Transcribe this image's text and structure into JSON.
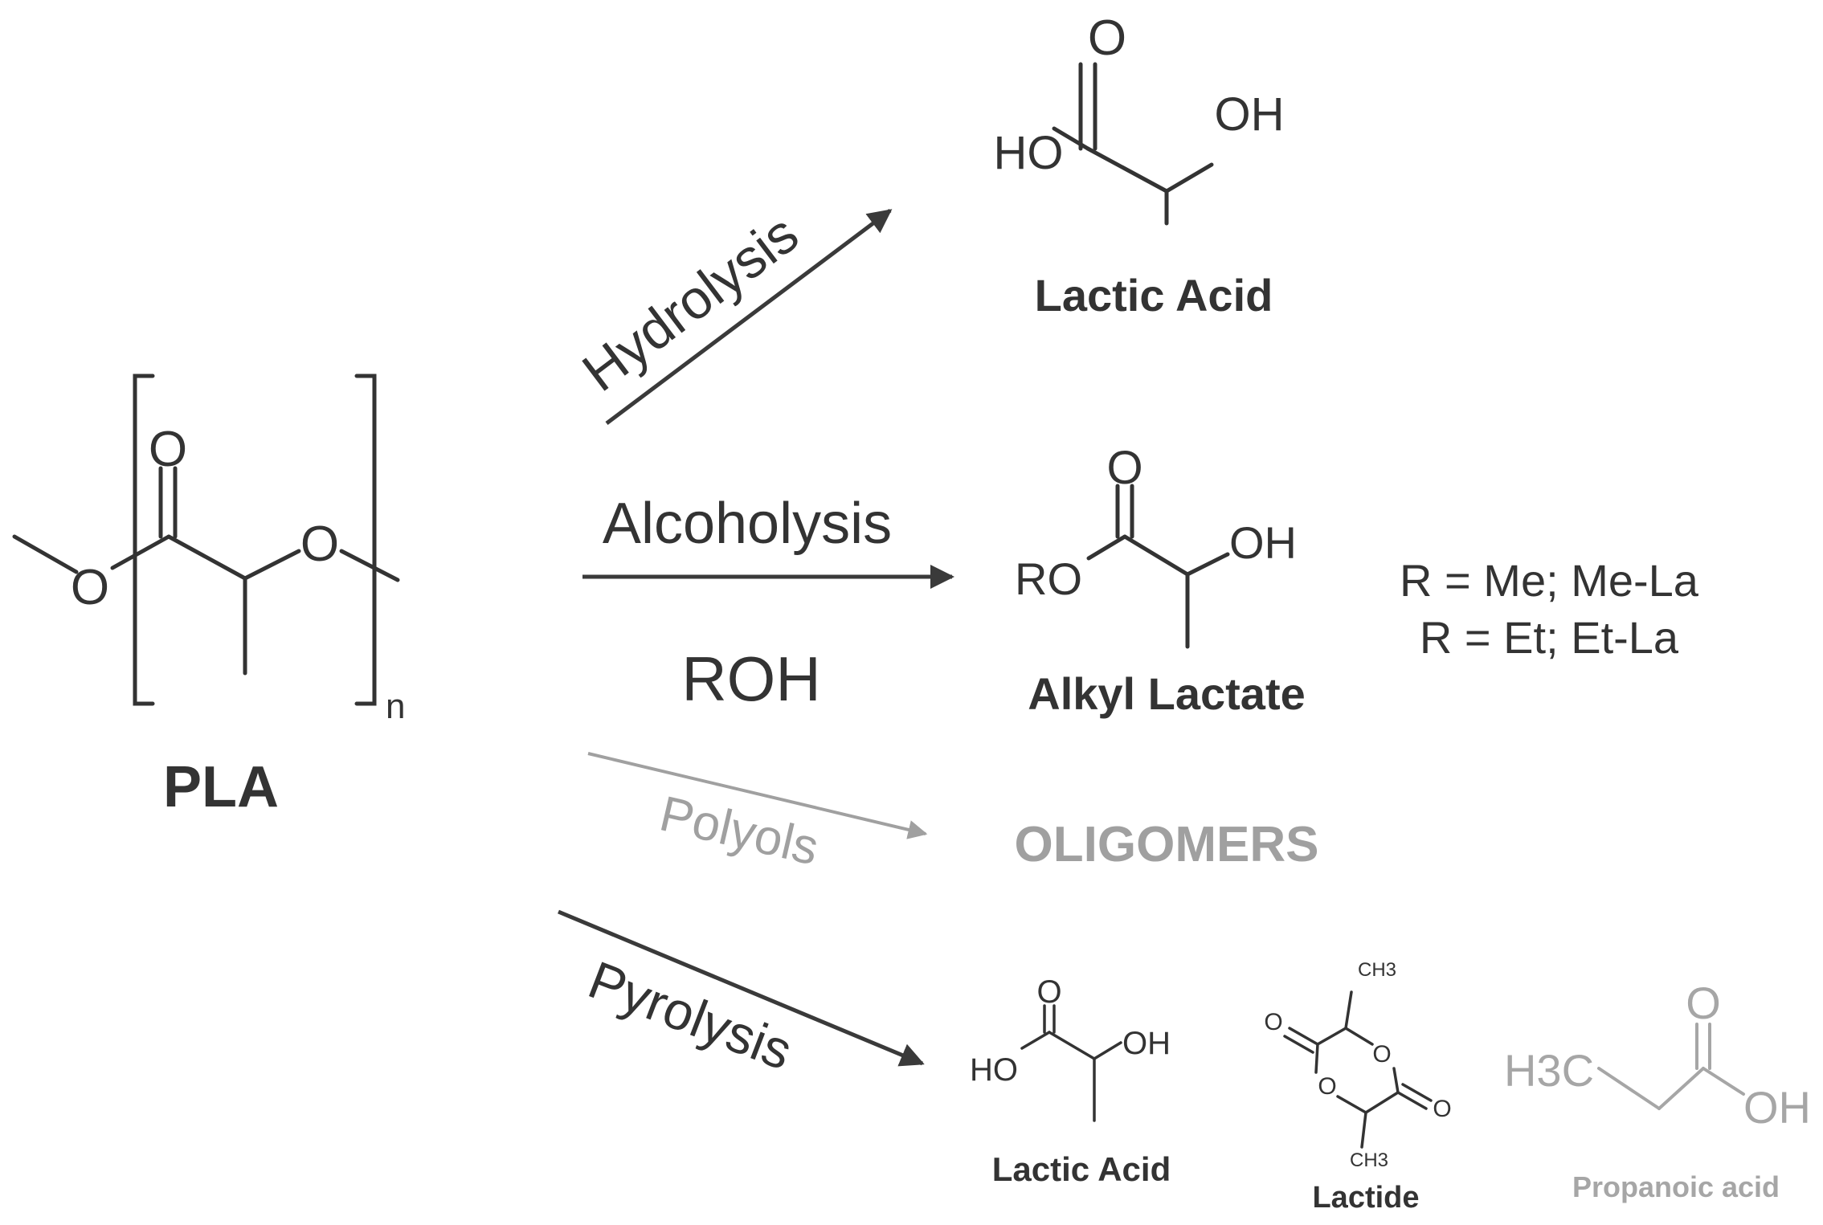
{
  "pla": {
    "label": "PLA",
    "repeat_index": "n",
    "atoms": {
      "carbonyl_o": "O",
      "chain_o_left": "O",
      "chain_o_right": "O"
    }
  },
  "reactions": {
    "hydrolysis": {
      "label": "Hydrolysis"
    },
    "alcoholysis": {
      "label": "Alcoholysis",
      "reagent": "ROH"
    },
    "polyols": {
      "label": "Polyols"
    },
    "pyrolysis": {
      "label": "Pyrolysis"
    }
  },
  "products": {
    "lactic_acid": {
      "label": "Lactic Acid",
      "atoms": {
        "carbonyl_o": "O",
        "acid_oh": "HO",
        "alcohol_oh": "OH"
      }
    },
    "alkyl_lactate": {
      "label": "Alkyl Lactate",
      "atoms": {
        "carbonyl_o": "O",
        "ester_or": "RO",
        "alcohol_oh": "OH"
      },
      "r_groups": [
        "R = Me; Me-La",
        "R = Et;  Et-La"
      ]
    },
    "oligomers": {
      "label": "OLIGOMERS"
    },
    "pyrolysis_products": {
      "lactic_acid": {
        "label": "Lactic Acid",
        "atoms": {
          "carbonyl_o": "O",
          "acid_oh": "HO",
          "alcohol_oh": "OH"
        }
      },
      "lactide": {
        "label": "Lactide",
        "atoms": {
          "methyl_top": "CH3",
          "methyl_bottom": "CH3",
          "ring_o_top": "O",
          "ring_o_bottom": "O",
          "exo_o_left": "O",
          "exo_o_right": "O"
        }
      },
      "propanoic_acid": {
        "label": "Propanoic acid",
        "atoms": {
          "carbonyl_o": "O",
          "methyl": "H3C",
          "acid_oh": "OH"
        }
      }
    }
  },
  "colors": {
    "ink": "#333333",
    "arrow": "#3a3a3a",
    "muted": "#a0a0a0",
    "background": "#ffffff"
  }
}
